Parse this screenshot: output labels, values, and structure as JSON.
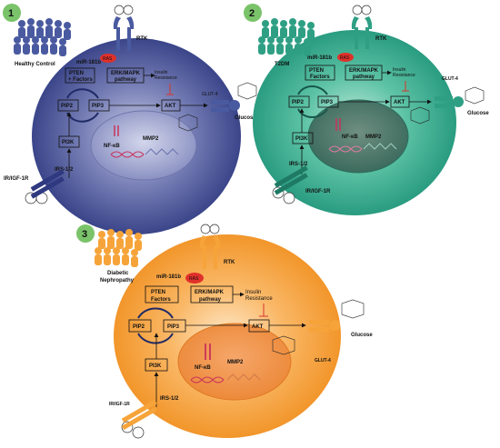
{
  "colors": {
    "panel1": "#3d4a8e",
    "panel2": "#2fa98c",
    "panel3": "#f7a033",
    "badge": "#7ac36a",
    "ras": "#e0302a",
    "inhibit": "#d9342b",
    "up_arrow": "#2e9a3a"
  },
  "panel1": {
    "number": "1",
    "group_label": "Healthy Control",
    "receptor": "RTK",
    "mirna": "miR-181b",
    "ras": "RAS",
    "pten": "PTEN",
    "factors": "+ Factors",
    "erk_line1": "ERK/MAPK",
    "erk_line2": "pathway",
    "insulin_line1": "Insulin",
    "insulin_line2": "Resistance",
    "pip2": "PIP2",
    "pip3": "PIP3",
    "akt": "AKT",
    "pi3k": "PI3K",
    "irs": "IRS-1/2",
    "ir_receptor": "IR/IGF-1R",
    "glut": "GLUT-4",
    "glucose": "Glucose",
    "nfkb": "NF-κB",
    "mmp2": "MMP2"
  },
  "panel2": {
    "number": "2",
    "group_label": "T2DM",
    "receptor": "RTK",
    "mirna": "miR-181b",
    "ras": "RAS",
    "pten": "PTEN",
    "factors": "Factors",
    "erk_line1": "ERK/MAPK",
    "erk_line2": "pathway",
    "insulin_line1": "Insulin",
    "insulin_line2": "Resistance",
    "pip2": "PIP2",
    "pip3": "PIP3",
    "akt": "AKT",
    "pi3k": "PI3K",
    "irs": "IRS-1/2",
    "ir_receptor": "IR/IGF-1R",
    "glut": "GLUT-4",
    "glucose": "Glucose",
    "nfkb": "NF-κB",
    "mmp2": "MMP2"
  },
  "panel3": {
    "number": "3",
    "group_label_line1": "Diabetic",
    "group_label_line2": "Nephropathy",
    "receptor": "RTK",
    "mirna": "miR-181b",
    "ras": "RAS",
    "pten": "PTEN",
    "factors": "Factors",
    "erk_line1": "ERK/MAPK",
    "erk_line2": "pathway",
    "insulin_line1": "Insulin",
    "insulin_line2": "Resistance",
    "pip2": "PIP2",
    "pip3": "PIP3",
    "akt": "AKT",
    "pi3k": "PI3K",
    "irs": "IRS-1/2",
    "ir_receptor": "IR/IGF-1R",
    "glut": "GLUT-4",
    "glucose": "Glucose",
    "nfkb": "NF-κB",
    "mmp2": "MMP2"
  }
}
